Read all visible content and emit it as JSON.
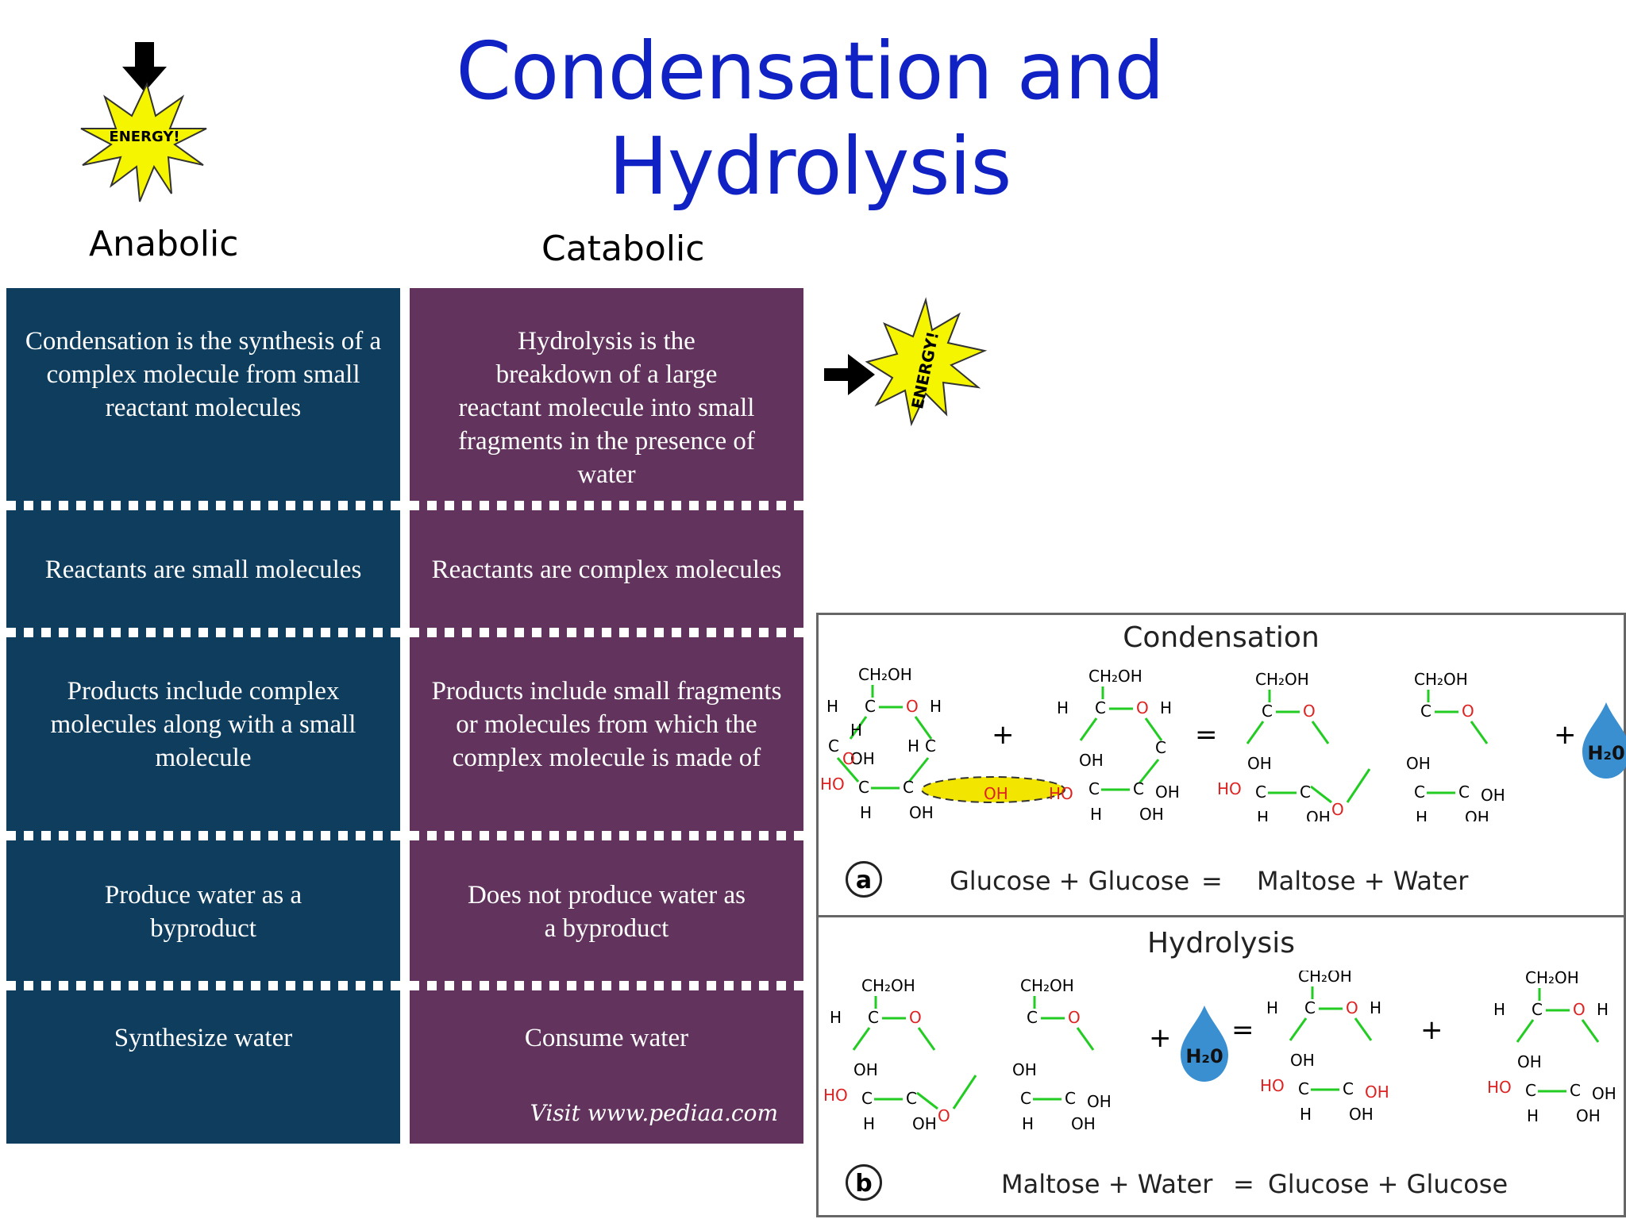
{
  "title": "Condensation and Hydrolysis",
  "columns": {
    "anabolic": "Anabolic",
    "catabolic": "Catabolic"
  },
  "energy_label": "ENERGY!",
  "table": {
    "left": [
      "Condensation is the synthesis of a complex molecule from small reactant molecules",
      "Reactants are small molecules",
      "Products include complex molecules along with a small molecule",
      "Produce water as a byproduct",
      "Synthesize water"
    ],
    "right": [
      "Hydrolysis is the breakdown of a large reactant molecule into small fragments in the presence of water",
      "Reactants are complex molecules",
      "Products include small fragments or molecules from which the complex molecule is made of",
      "Does not produce water as a byproduct",
      "Consume water"
    ],
    "credit": "Visit www.pediaa.com"
  },
  "diagram": {
    "condensation": {
      "title": "Condensation",
      "badge": "a",
      "equation": [
        "Glucose + Glucose",
        "=",
        "Maltose + Water"
      ]
    },
    "hydrolysis": {
      "title": "Hydrolysis",
      "badge": "b",
      "equation": [
        "Maltose + Water",
        "=",
        "Glucose + Glucose"
      ]
    },
    "plus": "+",
    "equals": "=",
    "water": "H₂0",
    "atoms": {
      "ch2oh": "CH₂OH",
      "h": "H",
      "c": "C",
      "o": "O",
      "oh": "OH",
      "ho": "HO"
    }
  },
  "colors": {
    "title": "#1122c4",
    "left_column": "#0e3d5e",
    "right_column": "#62345d",
    "bond": "#22cc22",
    "oxygen": "#dd2222",
    "star": "#f5f500",
    "highlight": "#f2e600",
    "water_drop": "#3a8fd0"
  }
}
